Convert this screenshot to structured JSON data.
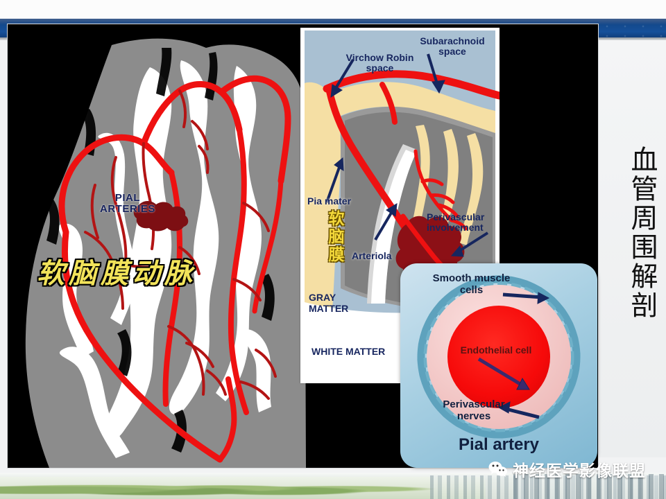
{
  "slide": {
    "vertical_title": "血管周围解剖",
    "watermark": {
      "icon": "wechat-icon",
      "text": "神经医学影像联盟"
    }
  },
  "brain_panel": {
    "name": "pial-arteries-brain-illustration",
    "labels": {
      "pial_arteries_line1": "PIAL",
      "pial_arteries_line2": "ARTERIES",
      "chinese_caption": "软脑膜动脉"
    },
    "colors": {
      "background": "#000000",
      "gray_matter": "#8c8c8c",
      "white_matter": "#ffffff",
      "artery": "#ee1111",
      "artery_small": "#b01515",
      "label_blue": "#16225c",
      "caption_yellow": "#f2e35a"
    }
  },
  "mid_panel": {
    "name": "virchow-robin-space-schematic",
    "labels": {
      "subarachnoid_space": "Subarachnoid\nspace",
      "subarachnoid_space_l1": "Subarachnoid",
      "subarachnoid_space_l2": "space",
      "virchow_robin_l1": "Virchow Robin",
      "virchow_robin_l2": "space",
      "pia_mater": "Pia mater",
      "pia_mater_chinese": "软脑膜",
      "arteriola": "Arteriola",
      "perivascular_l1": "Perivascular",
      "perivascular_l2": "involvement",
      "gray_matter_l1": "GRAY",
      "gray_matter_l2": "MATTER",
      "white_matter": "WHITE MATTER"
    },
    "colors": {
      "sky": "#a9c0d2",
      "pia": "#f5dfa4",
      "gray_matter": "#808080",
      "white_matter": "#ffffff",
      "artery": "#ee1111",
      "lesion": "#8c1016",
      "arrow": "#16265e",
      "text": "#17265f",
      "chinese_yellow": "#f4d93a"
    }
  },
  "inset_panel": {
    "name": "pial-artery-cross-section",
    "labels": {
      "smooth_muscle_l1": "Smooth muscle",
      "smooth_muscle_l2": "cells",
      "endothelial_cell": "Endothelial cell",
      "perivascular_nerves_l1": "Perivascular",
      "perivascular_nerves_l2": "nerves",
      "title": "Pial artery"
    },
    "colors": {
      "background": "#9ec9dd",
      "nerve_ring": "#5ea2bd",
      "muscle_ring": "#f2c9c8",
      "lumen": "#ff0d0d",
      "arrow": "#16265e",
      "text": "#11203f"
    }
  }
}
